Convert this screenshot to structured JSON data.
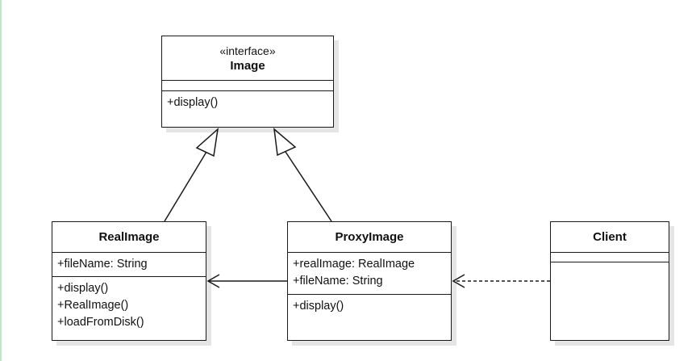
{
  "classes": {
    "image": {
      "stereotype": "«interface»",
      "name": "Image",
      "attributes": [],
      "methods": [
        "+display()"
      ]
    },
    "real_image": {
      "name": "RealImage",
      "attributes": [
        "+fileName: String"
      ],
      "methods": [
        "+display()",
        "+RealImage()",
        "+loadFromDisk()"
      ]
    },
    "proxy_image": {
      "name": "ProxyImage",
      "attributes": [
        "+realImage: RealImage",
        "+fileName: String"
      ],
      "methods": [
        "+display()"
      ]
    },
    "client": {
      "name": "Client",
      "attributes": [],
      "methods": []
    }
  },
  "relationships": [
    {
      "type": "realization",
      "from": "RealImage",
      "to": "Image"
    },
    {
      "type": "realization",
      "from": "ProxyImage",
      "to": "Image"
    },
    {
      "type": "association",
      "from": "ProxyImage",
      "to": "RealImage"
    },
    {
      "type": "dependency",
      "from": "Client",
      "to": "ProxyImage"
    }
  ],
  "colors": {
    "line": "#1a1a1a",
    "page_edge": "#bfe8c9"
  }
}
